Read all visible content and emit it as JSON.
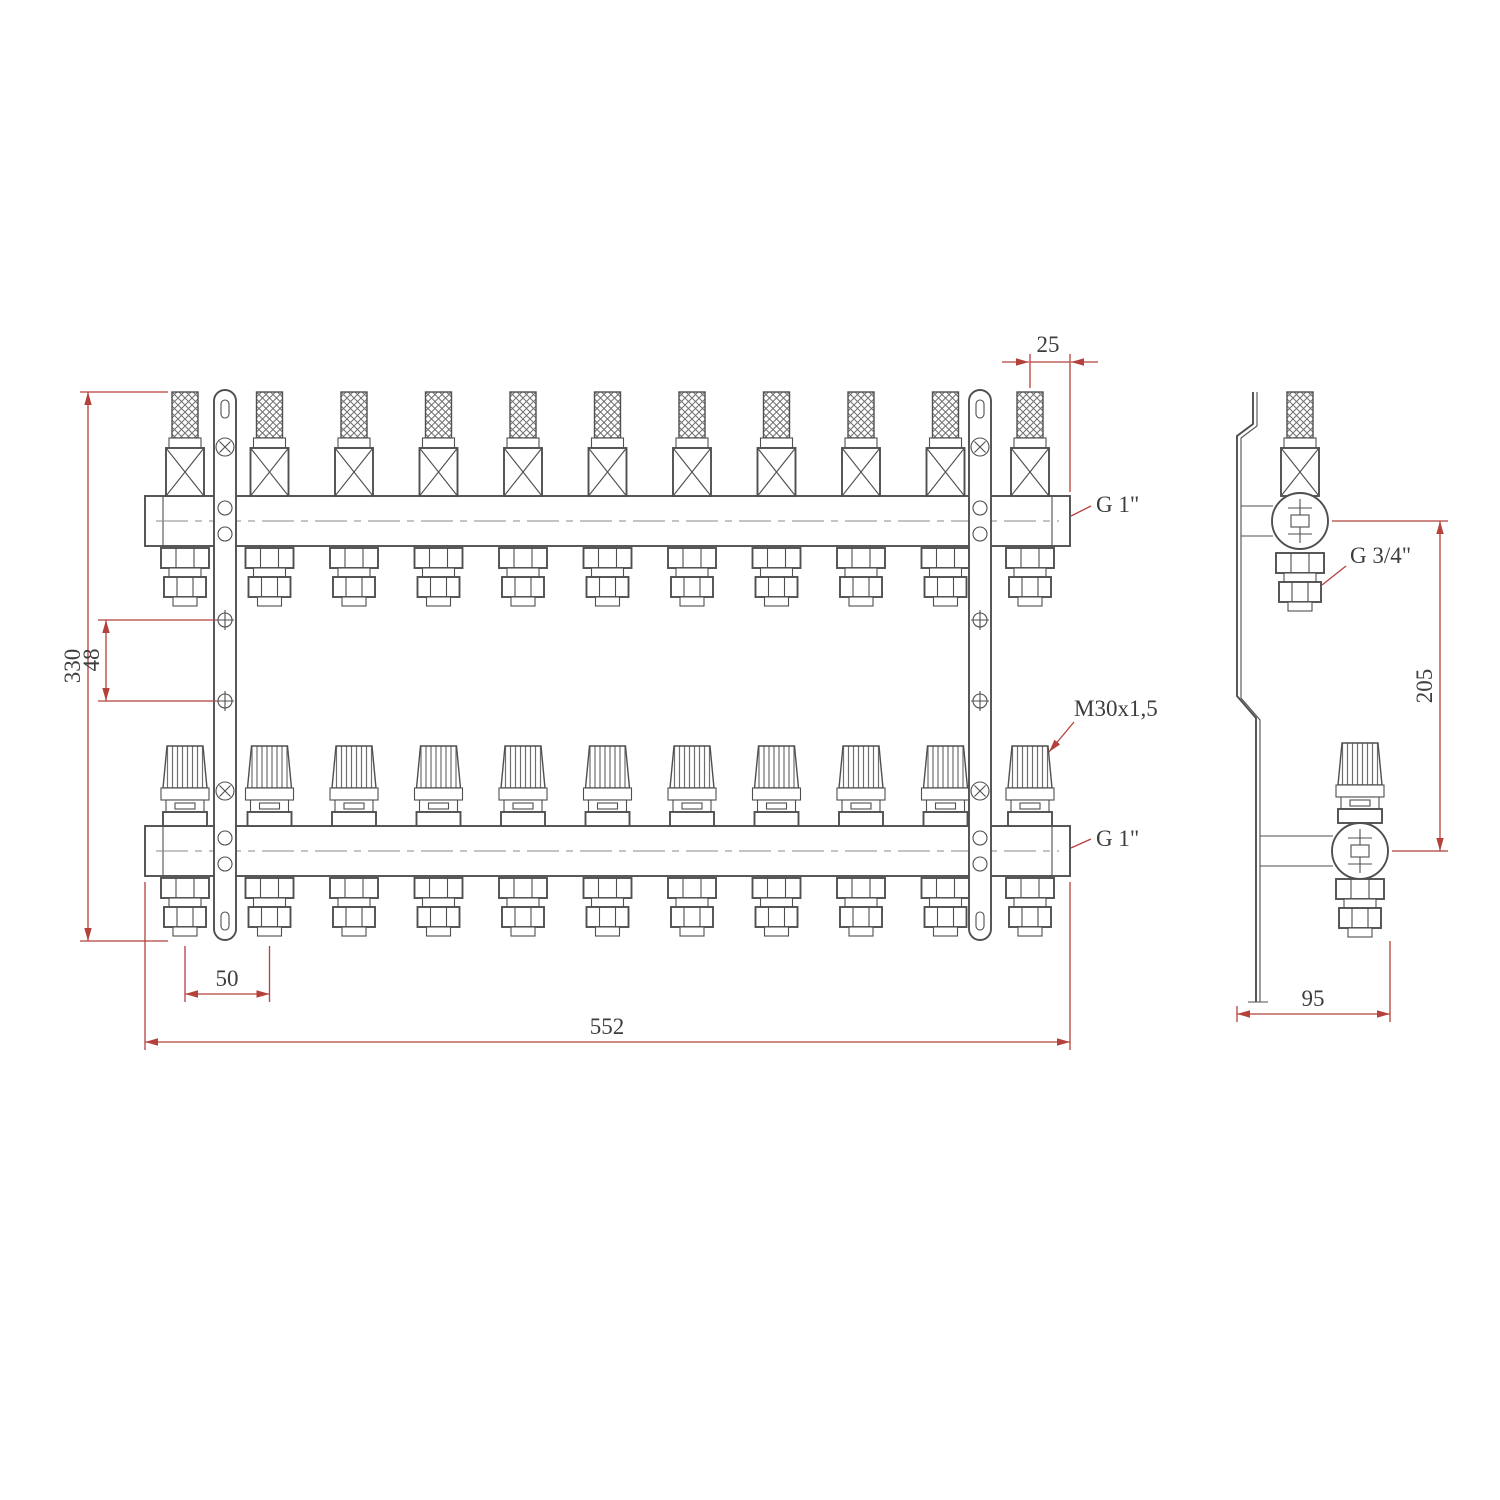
{
  "colors": {
    "line": "#4f4f4f",
    "dimension": "#b5413c",
    "text": "#3d3d3d",
    "background": "#ffffff"
  },
  "front_view": {
    "outlet_count": 11,
    "dimensions": {
      "end_offset": "25",
      "overall_height": "330",
      "bracket_hole_spacing": "48",
      "outlet_pitch": "50",
      "overall_length": "552"
    },
    "labels": {
      "top_bar_thread": "G 1\"",
      "bottom_bar_thread": "G 1\"",
      "valve_thread": "M30x1,5"
    }
  },
  "side_view": {
    "dimensions": {
      "axis_distance": "205",
      "depth": "95"
    },
    "labels": {
      "union_thread": "G 3/4\""
    }
  }
}
